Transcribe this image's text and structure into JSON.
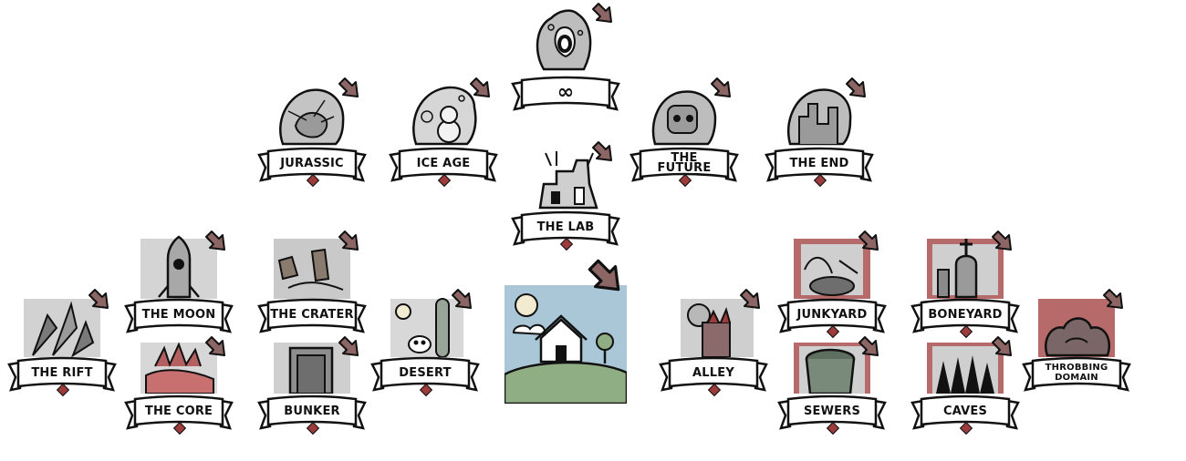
{
  "colors": {
    "arrow_fill": "#8c6565",
    "outline": "#111111",
    "banner_fill": "#ffffff",
    "gem": "#9b3b3b",
    "red_bg": "#b66a6a",
    "grey_bg": "#cfcfcf",
    "sky": "#a9c7d6",
    "grass": "#8fae84"
  },
  "areas": {
    "infinity": {
      "label": "∞",
      "icon": "void-portal-icon"
    },
    "jurassic": {
      "label": "JURASSIC",
      "icon": "dinosaur-icon"
    },
    "ice_age": {
      "label": "ICE AGE",
      "icon": "snowman-icon"
    },
    "the_future": {
      "label": "THE FUTURE",
      "icon": "robot-icon"
    },
    "the_end": {
      "label": "THE END",
      "icon": "ruined-city-icon"
    },
    "the_lab": {
      "label": "THE LAB",
      "icon": "lab-flask-icon"
    },
    "the_moon": {
      "label": "THE MOON",
      "icon": "rocket-icon"
    },
    "the_crater": {
      "label": "THE CRATER",
      "icon": "crater-pipes-icon"
    },
    "the_rift": {
      "label": "THE RIFT",
      "icon": "crystal-shard-icon"
    },
    "the_core": {
      "label": "THE CORE",
      "icon": "lava-core-icon"
    },
    "bunker": {
      "label": "BUNKER",
      "icon": "bunker-door-icon"
    },
    "desert": {
      "label": "DESERT",
      "icon": "cactus-skull-icon"
    },
    "home": {
      "label": "",
      "icon": "home-house-icon"
    },
    "alley": {
      "label": "ALLEY",
      "icon": "burning-alley-icon"
    },
    "junkyard": {
      "label": "JUNKYARD",
      "icon": "junk-pile-icon"
    },
    "boneyard": {
      "label": "BONEYARD",
      "icon": "gravestone-icon"
    },
    "sewers": {
      "label": "SEWERS",
      "icon": "sewer-pipe-icon"
    },
    "caves": {
      "label": "CAVES",
      "icon": "cave-spikes-icon"
    },
    "throbbing_domain": {
      "label": "THROBBING DOMAIN",
      "icon": "flesh-blob-icon"
    }
  }
}
